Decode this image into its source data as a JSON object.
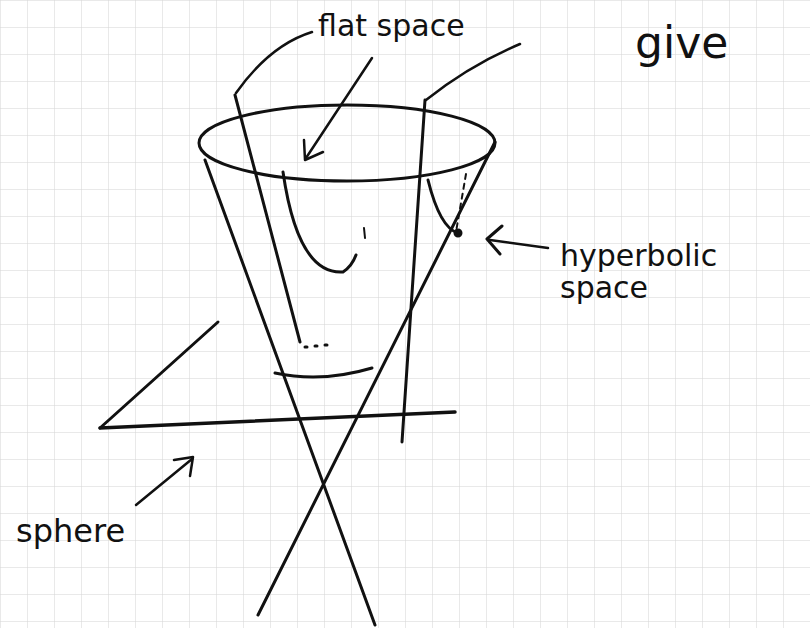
{
  "diagram": {
    "labels": [
      "flat space",
      "give",
      "hyperbolic space",
      "sphere"
    ]
  }
}
